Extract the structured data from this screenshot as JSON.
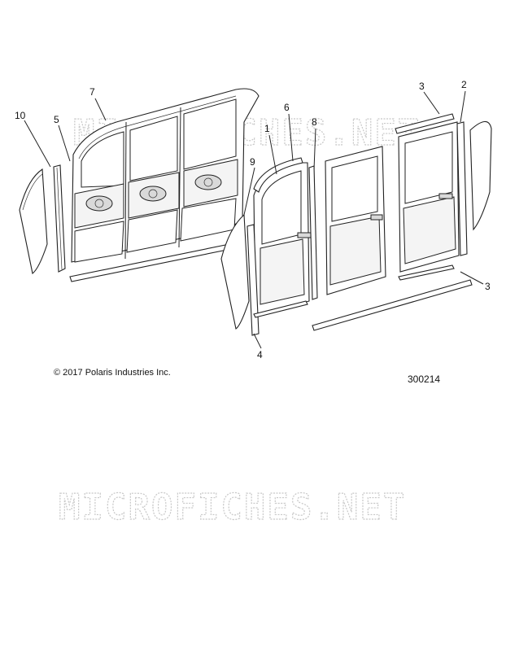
{
  "callouts": {
    "c1": "1",
    "c2": "2",
    "c3a": "3",
    "c3b": "3",
    "c4": "4",
    "c5": "5",
    "c6": "6",
    "c7": "7",
    "c8": "8",
    "c9": "9",
    "c10": "10"
  },
  "copyright": "© 2017 Polaris Industries Inc.",
  "drawing_number": "300214",
  "watermark": "MICROFICHES.NET"
}
